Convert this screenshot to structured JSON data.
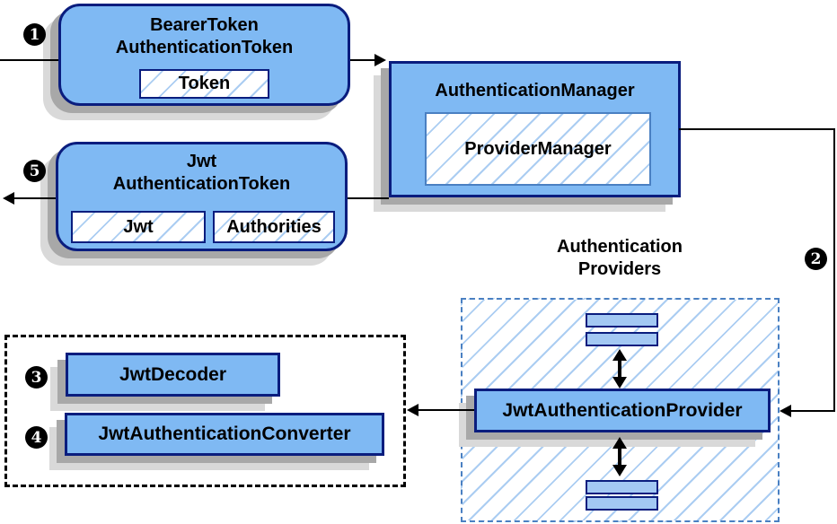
{
  "nodes": {
    "bearer_token": {
      "title_line1": "BearerToken",
      "title_line2": "AuthenticationToken",
      "field_token": "Token"
    },
    "authentication_manager": {
      "title": "AuthenticationManager",
      "inner": "ProviderManager"
    },
    "jwt_authentication_token": {
      "title_line1": "Jwt",
      "title_line2": "AuthenticationToken",
      "field_jwt": "Jwt",
      "field_authorities": "Authorities"
    },
    "authentication_providers": {
      "title_line1": "Authentication",
      "title_line2": "Providers"
    },
    "jwt_authentication_provider": {
      "title": "JwtAuthenticationProvider"
    },
    "jwt_decoder": {
      "title": "JwtDecoder"
    },
    "jwt_authentication_converter": {
      "title": "JwtAuthenticationConverter"
    }
  },
  "badges": {
    "step1": "1",
    "step2": "2",
    "step3": "3",
    "step4": "4",
    "step5": "5"
  },
  "colors": {
    "node_fill": "#7fb9f3",
    "bar_fill": "#a3c8f3",
    "node_border": "#0a1d7e",
    "accent_blue_dashed": "#4a80c2",
    "hatch_line": "#abcdf2",
    "shadow_dark": "#a8a8a8",
    "shadow_light": "#d9d9d9",
    "arrow": "#000000",
    "badge_bg": "#000000",
    "badge_text": "#ffffff"
  }
}
